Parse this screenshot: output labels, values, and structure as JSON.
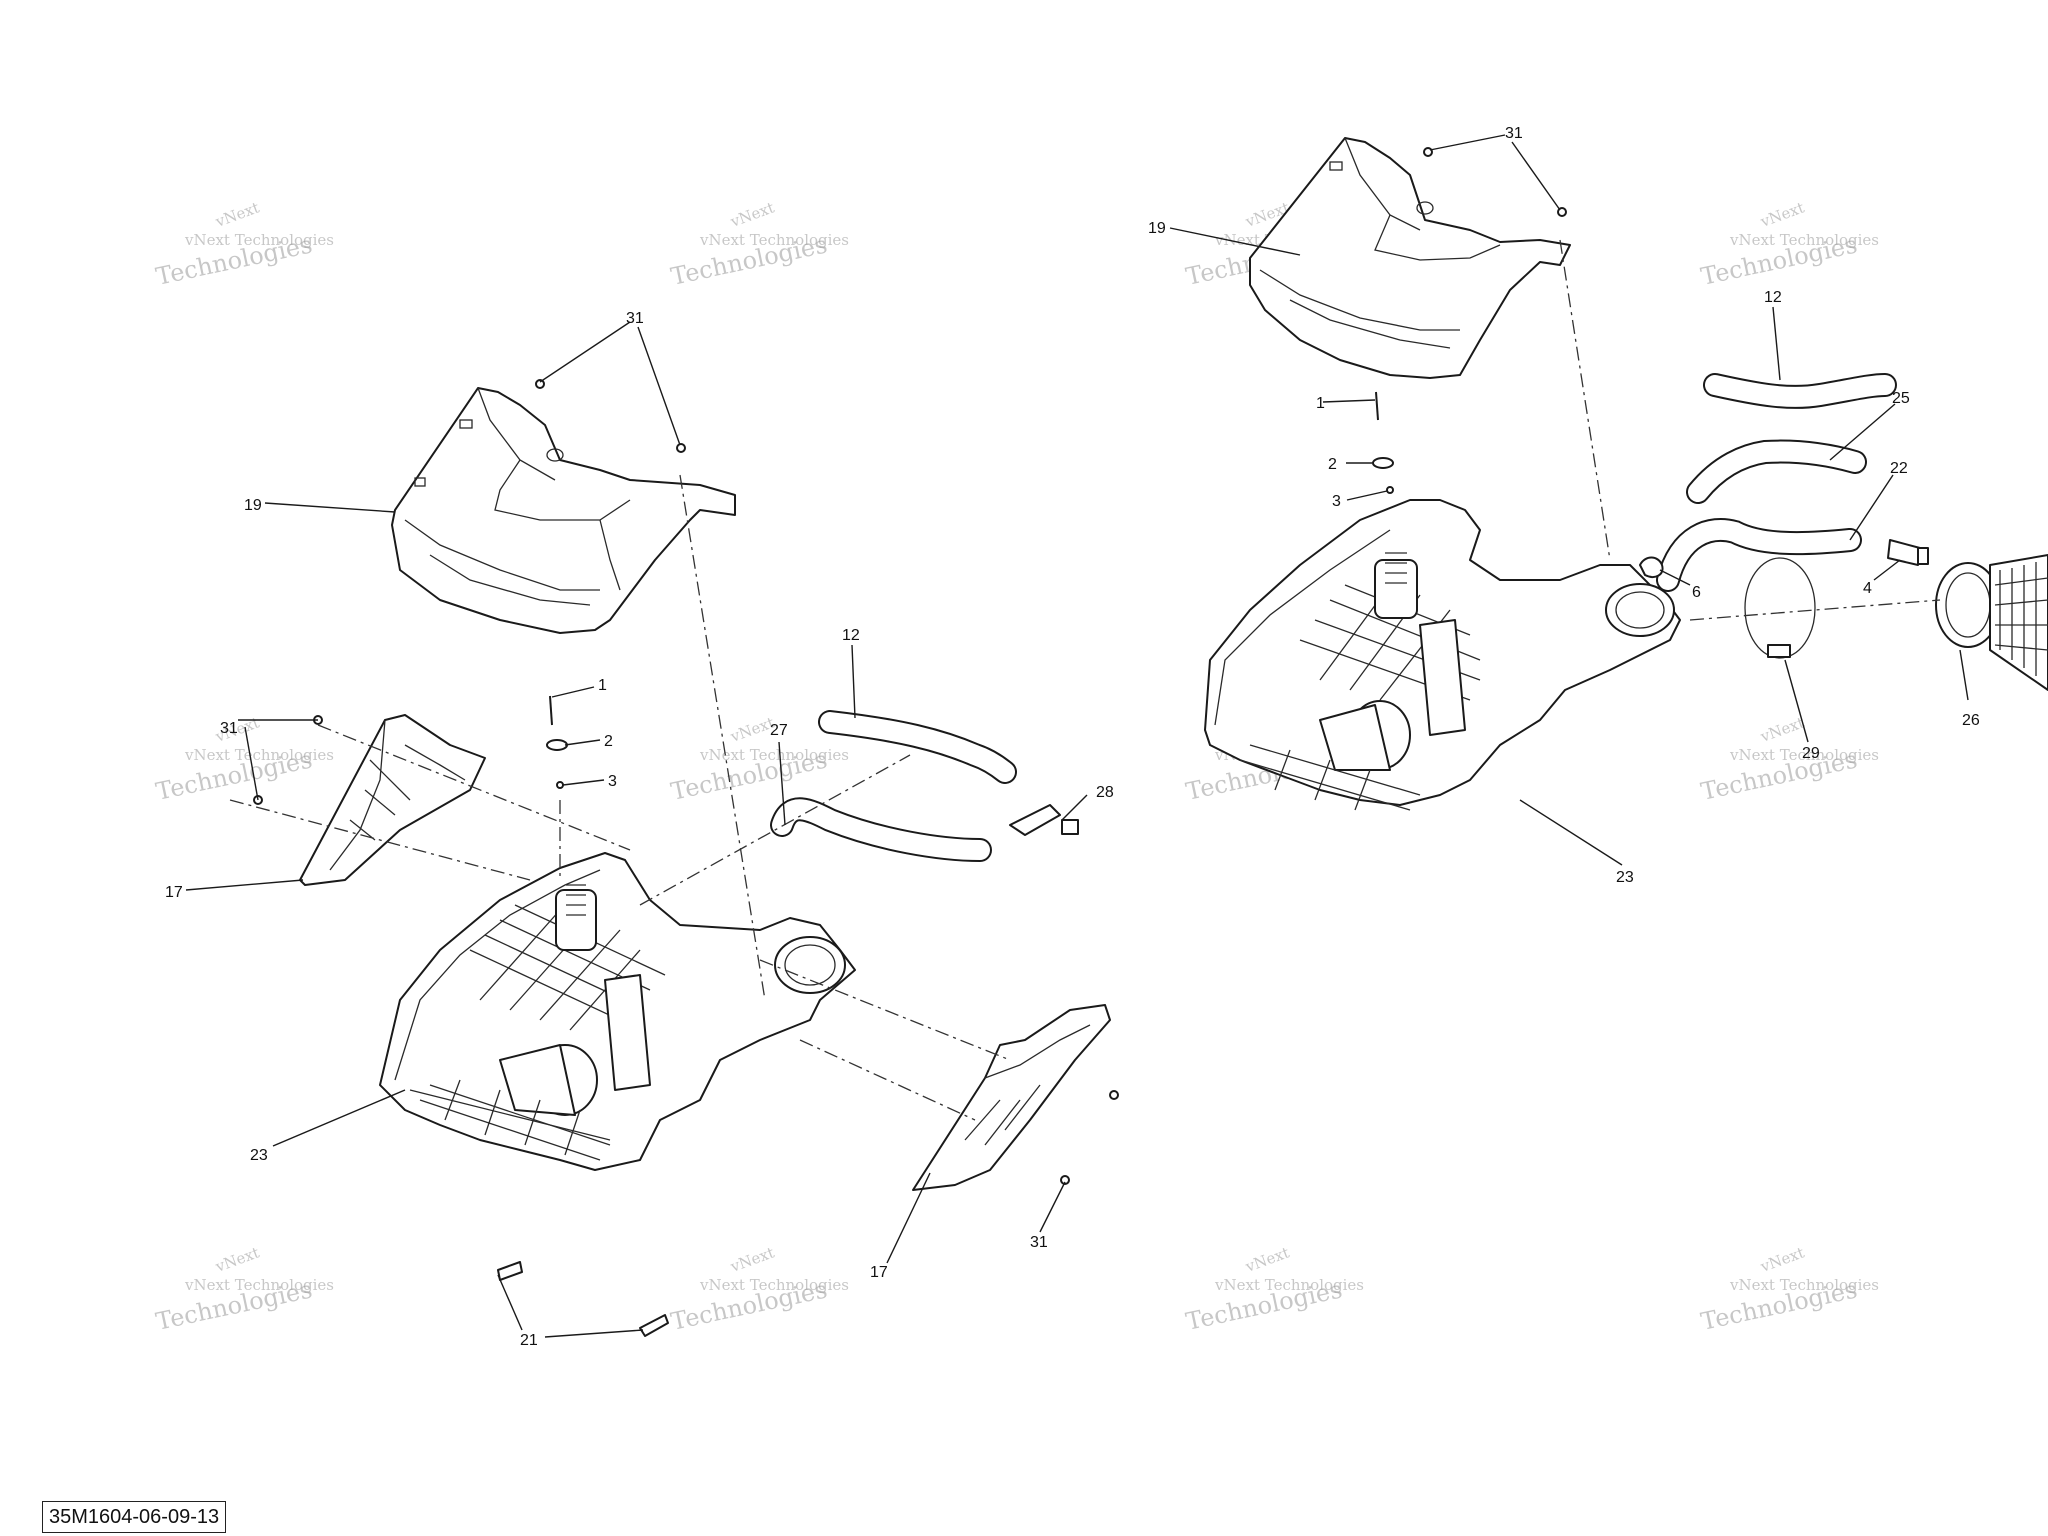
{
  "diagram": {
    "callouts": {
      "c1a": "1",
      "c1b": "1",
      "c2a": "2",
      "c2b": "2",
      "c3a": "3",
      "c3b": "3",
      "c4": "4",
      "c6": "6",
      "c12a": "12",
      "c12b": "12",
      "c17a": "17",
      "c17b": "17",
      "c19a": "19",
      "c19b": "19",
      "c21": "21",
      "c22": "22",
      "c23a": "23",
      "c23b": "23",
      "c25": "25",
      "c26": "26",
      "c27": "27",
      "c28": "28",
      "c29": "29",
      "c31a": "31",
      "c31b": "31",
      "c31c": "31",
      "c31d": "31"
    },
    "watermark": {
      "line1": "vNext",
      "line2": "vNext Technologies",
      "line3": "Technologies"
    },
    "drawing_code": "35M1604-06-09-13"
  }
}
